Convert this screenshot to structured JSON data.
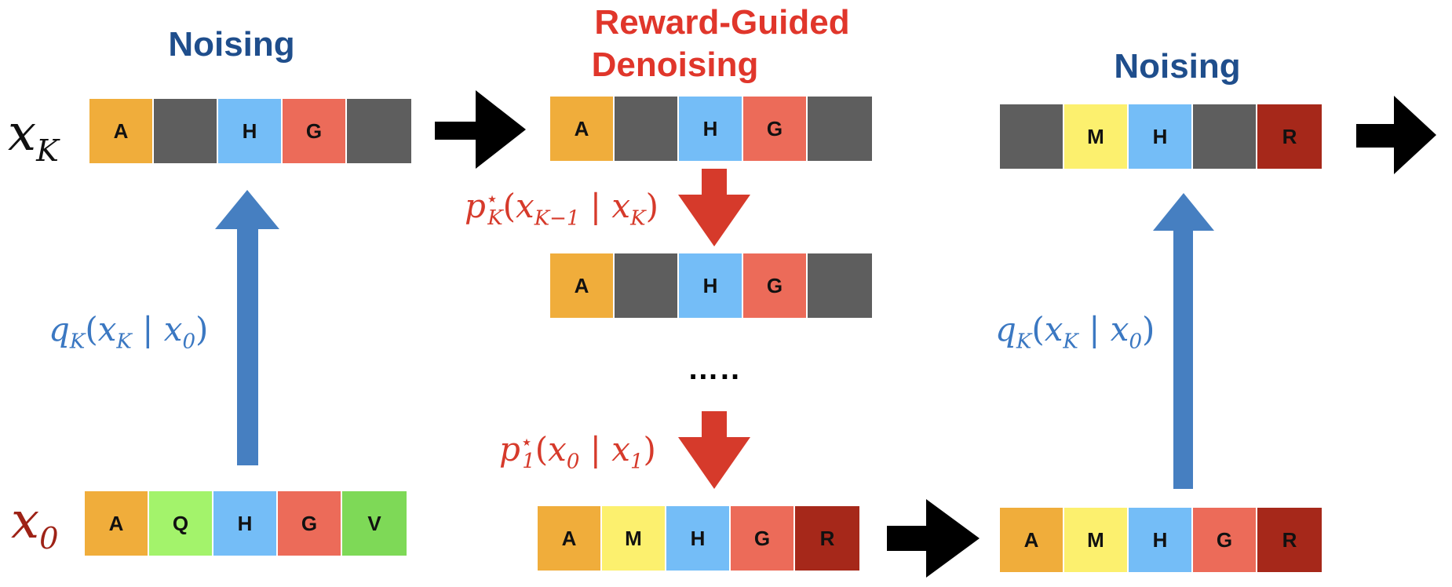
{
  "headings": {
    "left": "Noising",
    "middle_line1": "Reward-Guided",
    "middle_line2": "Denoising",
    "right": "Noising"
  },
  "colors": {
    "heading_blue": "#1f4e8c",
    "heading_red": "#e0362b",
    "label_blue": "#3b78c2",
    "label_red": "#d63a2b",
    "x0_label": "#9e2216",
    "arrow_black": "#000000",
    "arrow_blue": "#467fc1",
    "arrow_red": "#d63a2b",
    "cell_orange": "#f0ad3b",
    "cell_gray": "#5e5e5e",
    "cell_lightblue": "#74bdf7",
    "cell_salmon": "#ec6b59",
    "cell_lightgreen": "#a3f36b",
    "cell_green": "#7ed957",
    "cell_yellow": "#fcf06e",
    "cell_darkred": "#a6281a"
  },
  "variables": {
    "xK_base": "x",
    "xK_sub": "K",
    "x0_base": "x",
    "x0_sub": "0"
  },
  "labels": {
    "q_left": {
      "func": "q",
      "sub": "K",
      "arg1": "x",
      "arg1_sub": "K",
      "bar": "|",
      "arg2": "x",
      "arg2_sub": "0"
    },
    "q_right": {
      "func": "q",
      "sub": "K",
      "arg1": "x",
      "arg1_sub": "K",
      "bar": "|",
      "arg2": "x",
      "arg2_sub": "0"
    },
    "pK": {
      "func": "p",
      "sup": "⋆",
      "sub": "K",
      "arg1": "x",
      "arg1_sub": "K−1",
      "bar": "|",
      "arg2": "x",
      "arg2_sub": "K"
    },
    "p1": {
      "func": "p",
      "sup": "⋆",
      "sub": "1",
      "arg1": "x",
      "arg1_sub": "0",
      "bar": "|",
      "arg2": "x",
      "arg2_sub": "1"
    },
    "ellipsis": "….."
  },
  "sequences": {
    "xK_left": [
      {
        "letter": "A",
        "color": "#f0ad3b"
      },
      {
        "letter": "",
        "color": "#5e5e5e"
      },
      {
        "letter": "H",
        "color": "#74bdf7"
      },
      {
        "letter": "G",
        "color": "#ec6b59"
      },
      {
        "letter": "",
        "color": "#5e5e5e"
      }
    ],
    "x0_left": [
      {
        "letter": "A",
        "color": "#f0ad3b"
      },
      {
        "letter": "Q",
        "color": "#a3f36b"
      },
      {
        "letter": "H",
        "color": "#74bdf7"
      },
      {
        "letter": "G",
        "color": "#ec6b59"
      },
      {
        "letter": "V",
        "color": "#7ed957"
      }
    ],
    "mid_top": [
      {
        "letter": "A",
        "color": "#f0ad3b"
      },
      {
        "letter": "",
        "color": "#5e5e5e"
      },
      {
        "letter": "H",
        "color": "#74bdf7"
      },
      {
        "letter": "G",
        "color": "#ec6b59"
      },
      {
        "letter": "",
        "color": "#5e5e5e"
      }
    ],
    "mid_second": [
      {
        "letter": "A",
        "color": "#f0ad3b"
      },
      {
        "letter": "",
        "color": "#5e5e5e"
      },
      {
        "letter": "H",
        "color": "#74bdf7"
      },
      {
        "letter": "G",
        "color": "#ec6b59"
      },
      {
        "letter": "",
        "color": "#5e5e5e"
      }
    ],
    "mid_bottom": [
      {
        "letter": "A",
        "color": "#f0ad3b"
      },
      {
        "letter": "M",
        "color": "#fcf06e"
      },
      {
        "letter": "H",
        "color": "#74bdf7"
      },
      {
        "letter": "G",
        "color": "#ec6b59"
      },
      {
        "letter": "R",
        "color": "#a6281a"
      }
    ],
    "right_top": [
      {
        "letter": "",
        "color": "#5e5e5e"
      },
      {
        "letter": "M",
        "color": "#fcf06e"
      },
      {
        "letter": "H",
        "color": "#74bdf7"
      },
      {
        "letter": "",
        "color": "#5e5e5e"
      },
      {
        "letter": "R",
        "color": "#a6281a"
      }
    ],
    "right_bottom": [
      {
        "letter": "A",
        "color": "#f0ad3b"
      },
      {
        "letter": "M",
        "color": "#fcf06e"
      },
      {
        "letter": "H",
        "color": "#74bdf7"
      },
      {
        "letter": "G",
        "color": "#ec6b59"
      },
      {
        "letter": "R",
        "color": "#a6281a"
      }
    ]
  }
}
